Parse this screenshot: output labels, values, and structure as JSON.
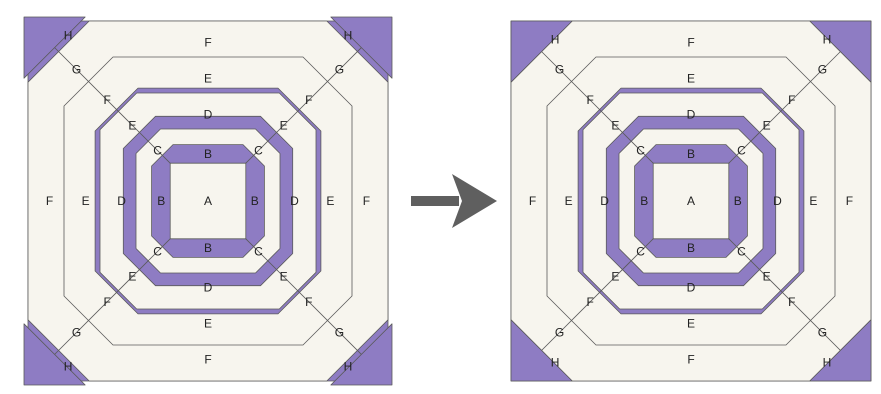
{
  "colors": {
    "purple": "#8e7cc3",
    "light": "#f7f5ee",
    "outline": "#5a5a5a",
    "arrow": "#5f5f5f"
  },
  "labels": {
    "A": "A",
    "B": "B",
    "C": "C",
    "D": "D",
    "E": "E",
    "F": "F",
    "G": "G",
    "H": "H"
  },
  "arrow_icon": "right-arrow-icon",
  "blocks": [
    {
      "id": "before",
      "corner_style": "separated"
    },
    {
      "id": "after",
      "corner_style": "joined"
    }
  ]
}
